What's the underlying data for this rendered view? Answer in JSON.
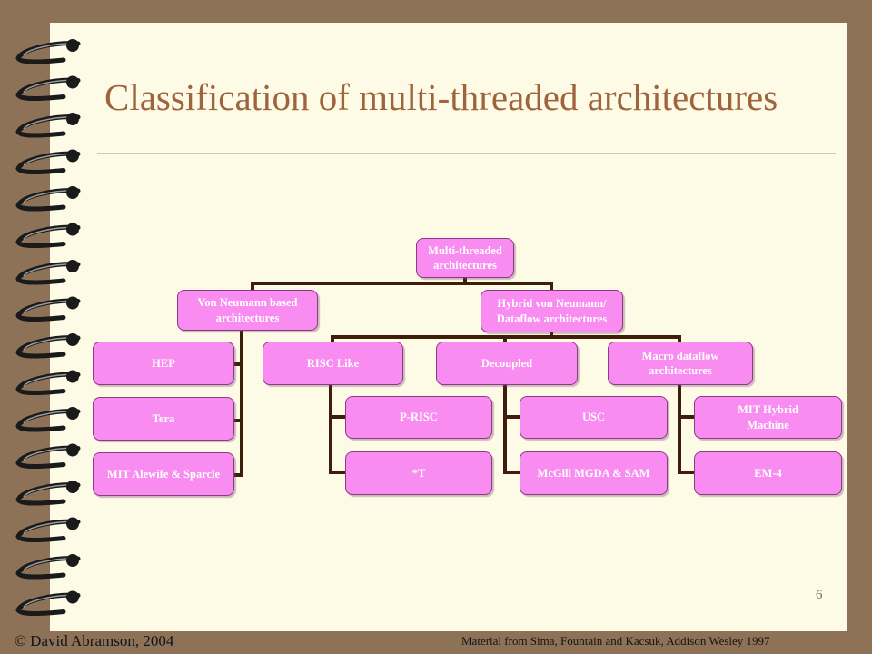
{
  "slide": {
    "title": "Classification of multi-threaded architectures",
    "page_number": "6",
    "footer_left": "© David Abramson, 2004",
    "footer_right": "Material from Sima, Fountain and Kacsuk, Addison Wesley 1997"
  },
  "diagram": {
    "root": "Multi-threaded\narchitectures",
    "branches": {
      "von_neumann": "Von Neumann based\narchitectures",
      "hybrid": "Hybrid von Neumann/\nDataflow architectures"
    },
    "von_neumann_items": [
      "HEP",
      "Tera",
      "MIT Alewife & Sparcle"
    ],
    "hybrid_categories": {
      "risc_like": "RISC Like",
      "decoupled": "Decoupled",
      "macro_dataflow": "Macro dataflow\narchitectures"
    },
    "risc_like_items": [
      "P-RISC",
      "*T"
    ],
    "decoupled_items": [
      "USC",
      "McGill MGDA & SAM"
    ],
    "macro_dataflow_items": [
      "MIT Hybrid\nMachine",
      "EM-4"
    ]
  },
  "colors": {
    "background": "#8e7257",
    "slide": "#fdfbe6",
    "title": "#a0643c",
    "node_fill": "#f88cf0",
    "node_border": "#8a3c80",
    "connector": "#3c1e0a"
  }
}
